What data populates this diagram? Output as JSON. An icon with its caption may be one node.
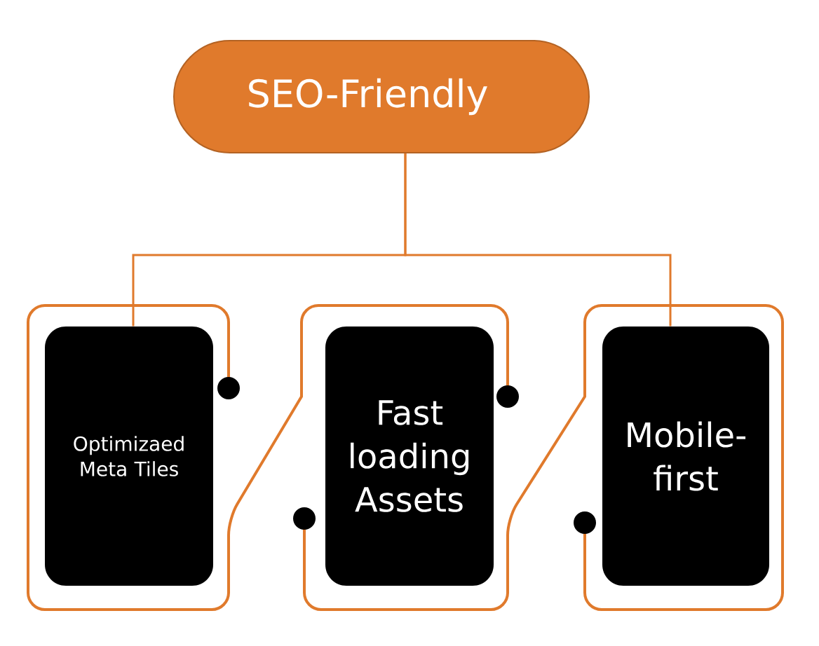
{
  "diagram": {
    "nodes": [
      {
        "text": [
          "SEO-Friendly"
        ]
      },
      {
        "text": [
          "Optimizaed Meta Tiles"
        ]
      },
      {
        "text": [
          "Fast loading Assets"
        ]
      },
      {
        "text": [
          "Mobile-first"
        ]
      }
    ],
    "edges": [
      {
        "from": 0,
        "to": 1,
        "arrow": "none"
      },
      {
        "from": 0,
        "to": 3,
        "arrow": "none"
      }
    ]
  }
}
